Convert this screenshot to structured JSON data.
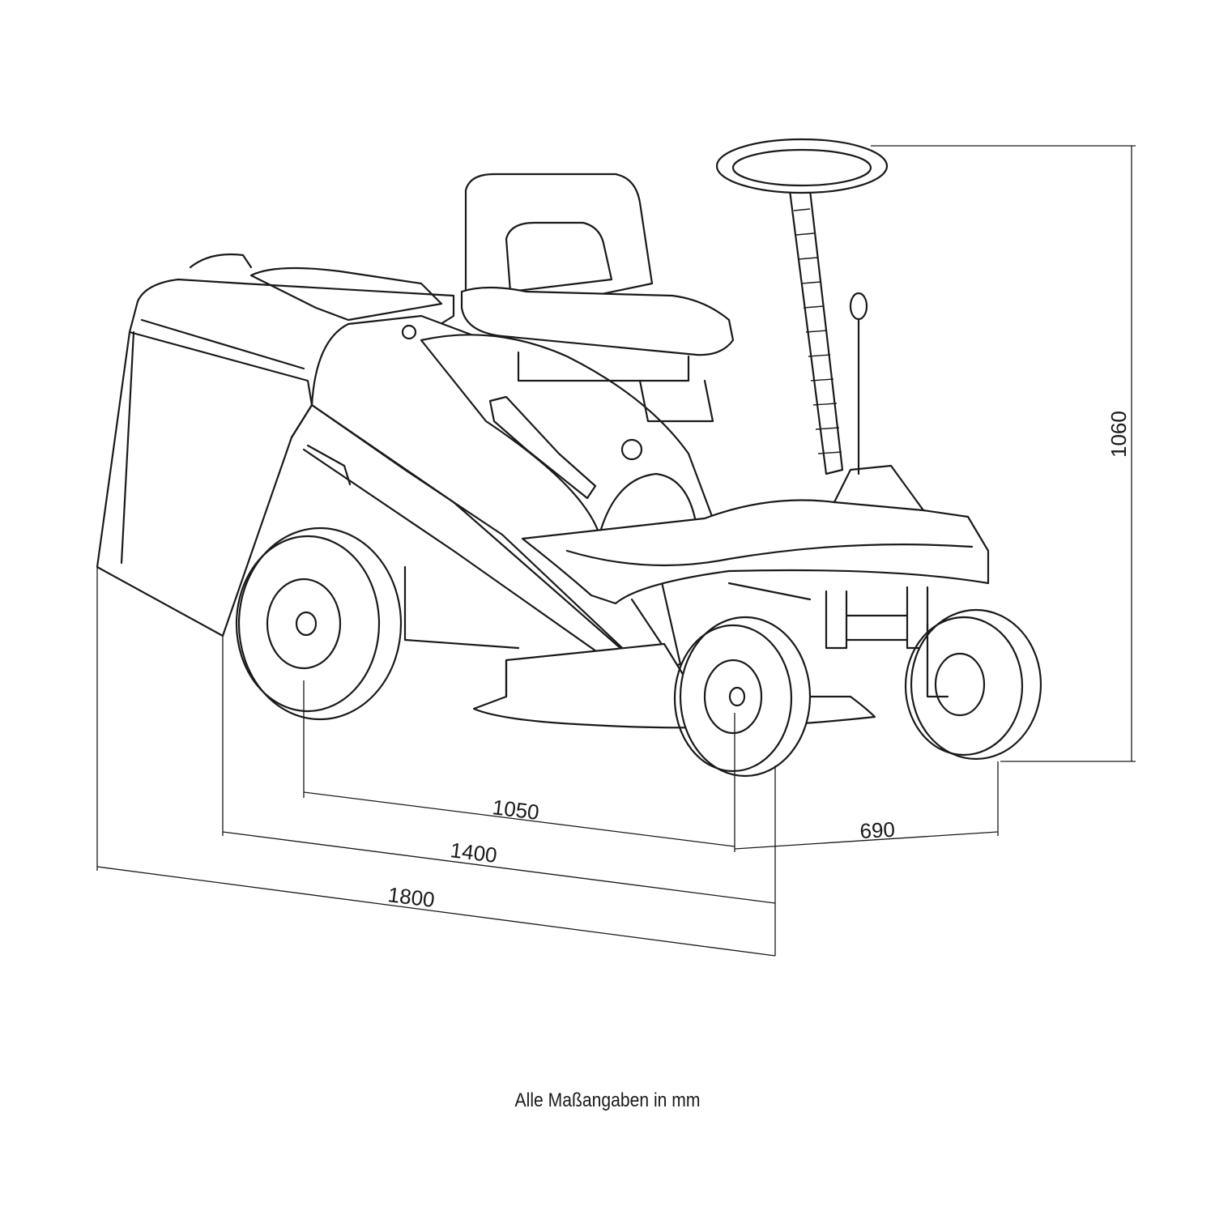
{
  "dimensions": {
    "height": "1060",
    "wheelbase": "1050",
    "track_width": "690",
    "length_without_collector": "1400",
    "total_length": "1800"
  },
  "footer": {
    "note": "Alle Maßangaben in mm"
  }
}
